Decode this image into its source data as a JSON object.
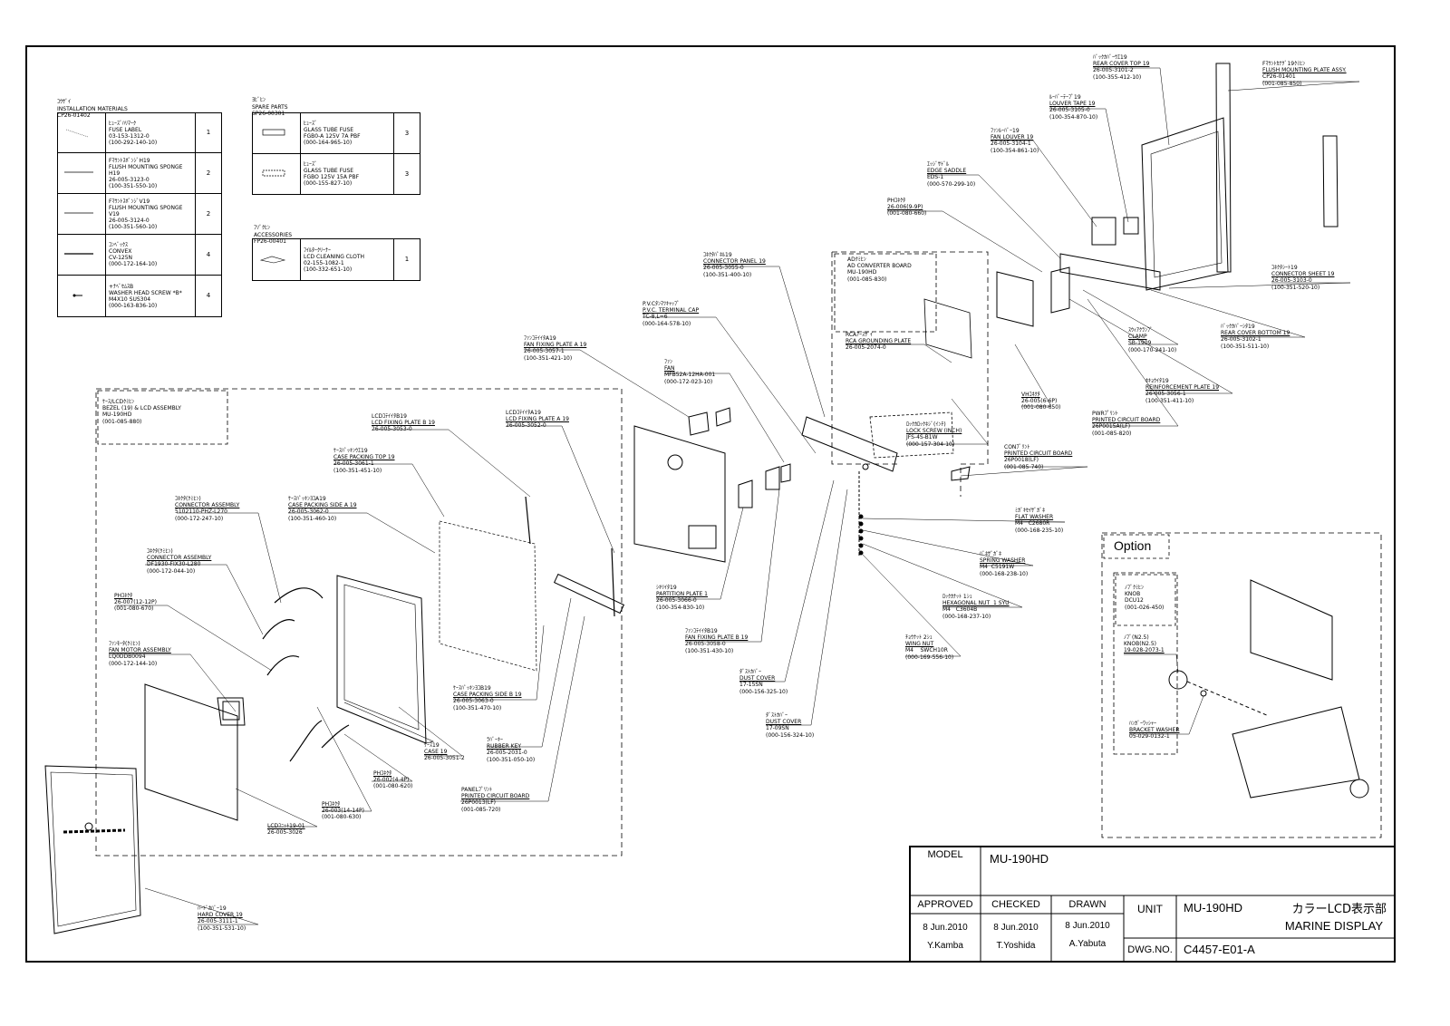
{
  "install": {
    "header": [
      "ｺｳｻﾞｲ",
      "INSTALLATION MATERIALS",
      "CP26-01402"
    ],
    "rows": [
      {
        "lines": [
          "ﾋｭｰｽﾞﾊﾘﾏｰｸ",
          "FUSE LABEL",
          "03-153-1312-0",
          "(100-292-140-10)"
        ],
        "qty": "1"
      },
      {
        "lines": [
          "FﾏｳﾝﾄｽﾎﾟﾝｼﾞH19",
          "FLUSH MOUNTING SPONGE H19",
          "26-005-3123-0",
          "(100-351-550-10)"
        ],
        "qty": "2"
      },
      {
        "lines": [
          "FﾏｳﾝﾄｽﾎﾟﾝｼﾞV19",
          "FLUSH MOUNTING SPONGE V19",
          "26-005-3124-0",
          "(100-351-560-10)"
        ],
        "qty": "2"
      },
      {
        "lines": [
          "ｺﾝﾍﾞｯｸｽ",
          "CONVEX",
          "CV-125N",
          "(000-172-164-10)"
        ],
        "qty": "4"
      },
      {
        "lines": [
          "+ﾅﾍﾞｾﾑｽB",
          "WASHER HEAD SCREW *B*",
          "M4X10    SUS304",
          "(000-163-836-10)"
        ],
        "qty": "4"
      }
    ]
  },
  "spare": {
    "header": [
      "ﾖﾋﾞﾋﾝ",
      "SPARE PARTS",
      "SP26-00301"
    ],
    "rows": [
      {
        "lines": [
          "ﾋｭｰｽﾞ",
          "GLASS TUBE FUSE",
          "FGB0-A 125V 7A PBF",
          "(000-164-965-10)"
        ],
        "qty": "3"
      },
      {
        "lines": [
          "ﾋｭｰｽﾞ",
          "GLASS TUBE FUSE",
          "FGBO 125V 15A PBF",
          "(000-155-827-10)"
        ],
        "qty": "3"
      }
    ]
  },
  "accessories": {
    "header": [
      "ﾌｿﾞｸﾋﾝ",
      "ACCESSORIES",
      "FP26-00401"
    ],
    "rows": [
      {
        "lines": [
          "ﾌｲﾙﾀｰｸﾘｰﾅｰ",
          "LCD CLEANING CLOTH",
          "02-155-1082-1",
          "(100-332-651-10)"
        ],
        "qty": "1"
      }
    ]
  },
  "callouts": [
    {
      "id": "bezel",
      "lines": [
        "ｹｰｽ/LCDｸﾐﾋﾝ",
        "BEZEL (19) & LCD ASSEMBLY",
        "MU-190HD",
        "(001-085-880)"
      ]
    },
    {
      "id": "lcd-fixing-b",
      "lines": [
        "LCDｺﾃｲｲﾀB19",
        "LCD FIXING PLATE B 19",
        "26-005-3053-0"
      ]
    },
    {
      "id": "lcd-fixing-a",
      "lines": [
        "LCDｺﾃｲｲﾀA19",
        "LCD FIXING PLATE A 19",
        "26-005-3052-0"
      ]
    },
    {
      "id": "case-packing-top",
      "lines": [
        "ｹｰｽﾊﾟｯｷﾝｳｴ19",
        "CASE PACKING TOP 19",
        "26-005-3061-1",
        "(100-351-451-10)"
      ]
    },
    {
      "id": "connector-asm-1",
      "lines": [
        "ｺﾈｸﾀ(ｸﾐﾋﾝ)",
        "CONNECTOR ASSEMBLY",
        "5102110-PHZ-L270",
        "(000-172-247-10)"
      ]
    },
    {
      "id": "case-packing-side-a",
      "lines": [
        "ｹｰｽﾊﾟｯｷﾝﾖｺA19",
        "CASE PACKING SIDE A 19",
        "26-005-3062-0",
        "(100-351-460-10)"
      ]
    },
    {
      "id": "connector-asm-2",
      "lines": [
        "ｺﾈｸﾀ(ｸﾐﾋﾝ)",
        "CONNECTOR ASSEMBLY",
        "DF1930-FIX30-L280",
        "(000-172-044-10)"
      ]
    },
    {
      "id": "ph-connector-1",
      "lines": [
        "PHｺﾈｸﾀ",
        "26-007(12-12P)",
        "(001-080-670)"
      ]
    },
    {
      "id": "fan-motor",
      "lines": [
        "ﾌｧﾝﾓｰﾀ(ｸﾐﾋﾝ)",
        "FAN MOTOR ASSEMBLY",
        "LQ0DDB0094",
        "(000-172-144-10)"
      ]
    },
    {
      "id": "case-packing-side-b",
      "lines": [
        "ｹｰｽﾊﾟｯｷﾝﾖｺB19",
        "CASE PACKING SIDE B 19",
        "26-005-3063-0",
        "(100-351-470-10)"
      ]
    },
    {
      "id": "case19",
      "lines": [
        "ｹｰｽ19",
        "CASE 19",
        "26-005-3051-2"
      ]
    },
    {
      "id": "rubber-key",
      "lines": [
        "ﾗﾊﾞｰｷｰ",
        "RUBBER KEY",
        "26-005-2031-0",
        "(100-351-050-10)"
      ]
    },
    {
      "id": "ph-connector-2",
      "lines": [
        "PHｺﾈｸﾀ",
        "26-002(4-4P)",
        "(001-080-620)"
      ]
    },
    {
      "id": "panel-pcb",
      "lines": [
        "PANELﾌﾟﾘﾝﾄ",
        "PRINTED CIRCUIT BOARD",
        "26P0013(LF)",
        "(001-085-720)"
      ]
    },
    {
      "id": "ph-connector-3",
      "lines": [
        "PHｺﾈｸﾀ",
        "26-003(14-14P)",
        "(001-080-630)"
      ]
    },
    {
      "id": "lcd19",
      "lines": [
        "LCDﾕﾆｯﾄ19-01",
        "26-005-3026"
      ]
    },
    {
      "id": "hard-cover",
      "lines": [
        "ﾊｰﾄﾞｶﾊﾞｰ19",
        "HARD COVER 19",
        "26-005-3111-1",
        "(100-351-531-10)"
      ]
    },
    {
      "id": "fan-fixing-a",
      "lines": [
        "ﾌｧﾝｺﾃｲｲﾀA19",
        "FAN FIXING PLATE A 19",
        "26-005-3057-1",
        "(100-351-421-10)"
      ]
    },
    {
      "id": "pvc-cap",
      "lines": [
        "P.V.Cﾀﾝﾏﾂｷｬｯﾌﾟ",
        "P.V.C. TERMINAL CAP",
        "TC-8,L=6",
        "(000-164-578-10)"
      ]
    },
    {
      "id": "fan",
      "lines": [
        "ﾌｧﾝ",
        "FAN",
        "MFB52A-12HA-001",
        "(000-172-023-10)"
      ]
    },
    {
      "id": "partition",
      "lines": [
        "ｼｷﾘｲﾀ19",
        "PARTITION PLATE 1",
        "26-005-3066-0",
        "(100-354-830-10)"
      ]
    },
    {
      "id": "fan-fixing-b",
      "lines": [
        "ﾌｧﾝｺﾃｲｲﾀB19",
        "FAN FIXING PLATE B 19",
        "26-005-3058-0",
        "(100-351-430-10)"
      ]
    },
    {
      "id": "dust-cover-1",
      "lines": [
        "ﾀﾞｽﾄｶﾊﾞｰ",
        "DUST COVER",
        "17-15SN",
        "(000-156-325-10)"
      ]
    },
    {
      "id": "dust-cover-2",
      "lines": [
        "ﾀﾞｽﾄｶﾊﾞｰ",
        "DUST COVER",
        "17-09SN",
        "(000-156-324-10)"
      ]
    },
    {
      "id": "connector-panel",
      "lines": [
        "ｺﾈｸﾀﾊﾟﾈﾙ19",
        "CONNECTOR PANEL 19",
        "26-005-3055-0",
        "(100-351-400-10)"
      ]
    },
    {
      "id": "ad-converter",
      "lines": [
        "ADｸﾐﾋﾝ",
        "AD CONVERTER BOARD",
        "MU-190HD",
        "(001-085-830)"
      ]
    },
    {
      "id": "rca-ground",
      "lines": [
        "RCAｱｰｽｻﾞｲ",
        "RCA GROUNDING PLATE",
        "26-005-2074-0"
      ]
    },
    {
      "id": "lock-screw",
      "lines": [
        "ﾛｯｸｶﾛｯｸﾈｼﾞ(ｲﾝﾁ)",
        "LOCK SCREW (INCH)",
        "JFS-4S-B1W",
        "(000-157-304-10)"
      ]
    },
    {
      "id": "ph-connector-4",
      "lines": [
        "PHｺﾈｸﾀ",
        "26-006(9-9P)",
        "(001-080-660)"
      ]
    },
    {
      "id": "vh-connector",
      "lines": [
        "VHｺﾈｸﾀ",
        "26-005(6-6P)",
        "(001-080-650)"
      ]
    },
    {
      "id": "edge-saddle",
      "lines": [
        "ｴｯｼﾞｻﾄﾞﾙ",
        "EDGE SADDLE",
        "EDS-1",
        "(000-570-299-10)"
      ]
    },
    {
      "id": "fan-louver",
      "lines": [
        "ﾌｧﾝﾙｰﾊﾞｰ19",
        "FAN LOUVER 19",
        "26-005-3104-1",
        "(100-354-861-10)"
      ]
    },
    {
      "id": "louver-tape",
      "lines": [
        "ﾙｰﾊﾞｰﾃｰﾌﾟ19",
        "LOUVER TAPE 19",
        "26-005-3105-0",
        "(100-354-870-10)"
      ]
    },
    {
      "id": "rear-cover-top",
      "lines": [
        "ﾊﾞｯｸｶﾊﾞｰｳｴ19",
        "REAR COVER TOP 19",
        "26-005-3101-2",
        "(100-355-412-10)"
      ]
    },
    {
      "id": "flush-mount",
      "lines": [
        "Fﾏｳﾝﾄｶﾅｸﾞ19ｸﾐﾋﾝ",
        "FLUSH MOUNTING PLATE ASSY.",
        "CP26-01401",
        "(001-085-850)"
      ]
    },
    {
      "id": "connector-sheet",
      "lines": [
        "ｺﾈｸﾀｼｰﾄ19",
        "CONNECTOR SHEET 19",
        "26-005-3103-0",
        "(100-351-520-10)"
      ]
    },
    {
      "id": "rear-cover-bottom",
      "lines": [
        "ﾊﾞｯｸｶﾊﾞｰｼﾀ19",
        "REAR COVER BOTTOM 19",
        "26-005-3102-1",
        "(100-351-511-10)"
      ]
    },
    {
      "id": "clamp",
      "lines": [
        "ｽｳｨｱｸﾗﾝﾌﾟ",
        "CLAMP",
        "SB-1909",
        "(000-170-241-10)"
      ]
    },
    {
      "id": "reinforcement",
      "lines": [
        "ﾎｷｮｳｲﾀ19",
        "REINFORCEMENT PLATE 19",
        "26-005-3056-1",
        "(100-351-411-10)"
      ]
    },
    {
      "id": "pwr-pcb",
      "lines": [
        "PWRﾌﾟﾘﾝﾄ",
        "PRINTED CIRCUIT BOARD",
        "26P0015A(LF)",
        "(001-085-820)"
      ]
    },
    {
      "id": "con-pcb",
      "lines": [
        "CONﾌﾟﾘﾝﾄ",
        "PRINTED CIRCUIT BOARD",
        "26P0018(LF)",
        "(001-085-740)"
      ]
    },
    {
      "id": "flat-washer",
      "lines": [
        "ﾐｶﾞｷｾｲｻﾞｶﾞﾈ",
        "FLAT WASHER",
        "M4   C2680R",
        "(000-168-235-10)"
      ]
    },
    {
      "id": "spring-washer",
      "lines": [
        "ﾊﾞﾈｻﾞｶﾞﾈ",
        "SPRING WASHER",
        "M4  C5191W",
        "(000-168-238-10)"
      ]
    },
    {
      "id": "hex-nut",
      "lines": [
        "ﾛｯｸｶﾅｯﾄ 1ｼｭ",
        "HEXAGONAL NUT  1 SYU",
        "M4   C3604B",
        "(000-168-237-10)"
      ]
    },
    {
      "id": "wing-nut",
      "lines": [
        "ﾁｮｳﾅｯﾄ 2ｼｭ",
        "WING NUT",
        "M4    SWCH10R",
        "(000-169-556-10)"
      ]
    },
    {
      "id": "knob-asm",
      "lines": [
        "ﾉﾌﾞｸﾐﾋﾝ",
        "KNOB",
        "DCU12",
        "(001-026-450)"
      ]
    },
    {
      "id": "knob",
      "lines": [
        "ﾉﾌﾞ(N2.5)",
        "KNOB(N2.5)",
        "19-028-2073-1"
      ]
    },
    {
      "id": "bracket-washer",
      "lines": [
        "ﾊﾝｶﾞｰﾜｯｼｬｰ",
        "BRACKET WASHER",
        "05-029-0132-1"
      ]
    }
  ],
  "option_label": "Option",
  "title_block": {
    "model_label": "MODEL",
    "model": "MU-190HD",
    "approved_label": "APPROVED",
    "checked_label": "CHECKED",
    "drawn_label": "DRAWN",
    "approved_date": "8 Jun.2010",
    "checked_date": "8 Jun.2010",
    "drawn_date": "8 Jun.2010",
    "approved_by": "Y.Kamba",
    "checked_by": "T.Yoshida",
    "drawn_by": "A.Yabuta",
    "unit_label": "UNIT",
    "unit": "MU-190HD",
    "unit_jp": "カラーLCD表示部",
    "unit_en": "MARINE DISPLAY",
    "dwg_label": "DWG.NO.",
    "dwg_no": "C4457-E01-A"
  }
}
